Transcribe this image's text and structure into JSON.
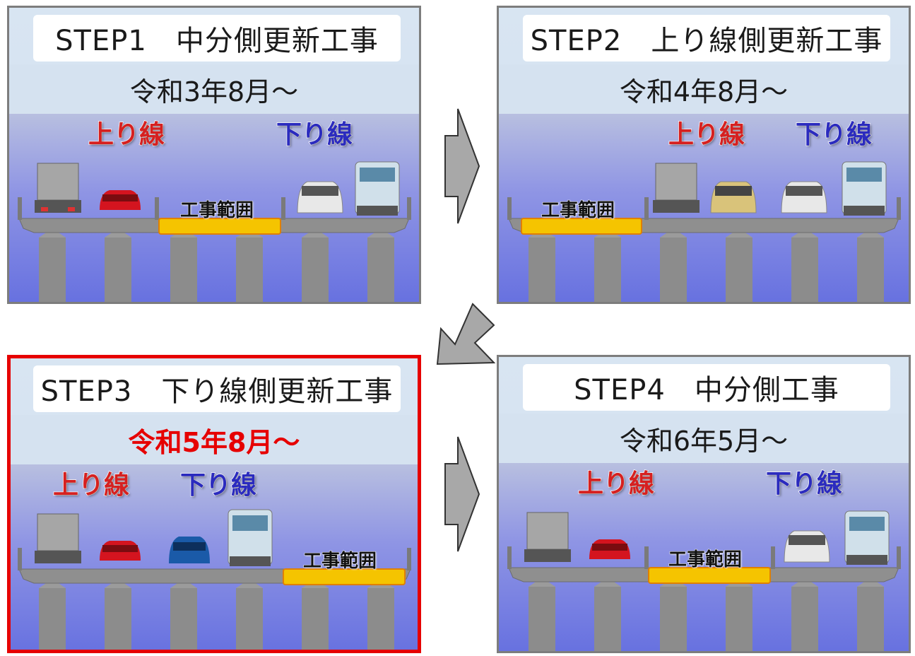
{
  "steps": [
    {
      "title": "STEP1　中分側更新工事",
      "date": "令和3年8月～",
      "up_label": "上り線",
      "down_label": "下り線",
      "work_label": "工事範囲"
    },
    {
      "title": "STEP2　上り線側更新工事",
      "date": "令和4年8月～",
      "up_label": "上り線",
      "down_label": "下り線",
      "work_label": "工事範囲"
    },
    {
      "title": "STEP3　下り線側更新工事",
      "date": "令和5年8月～",
      "up_label": "上り線",
      "down_label": "下り線",
      "work_label": "工事範囲",
      "highlighted": true
    },
    {
      "title": "STEP4　中分側工事",
      "date": "令和6年5月～",
      "up_label": "上り線",
      "down_label": "下り線",
      "work_label": "工事範囲"
    }
  ],
  "colors": {
    "highlight": "#e60000",
    "up_lane": "#d62020",
    "down_lane": "#2b2bbf",
    "work_zone": "#f5c400"
  }
}
